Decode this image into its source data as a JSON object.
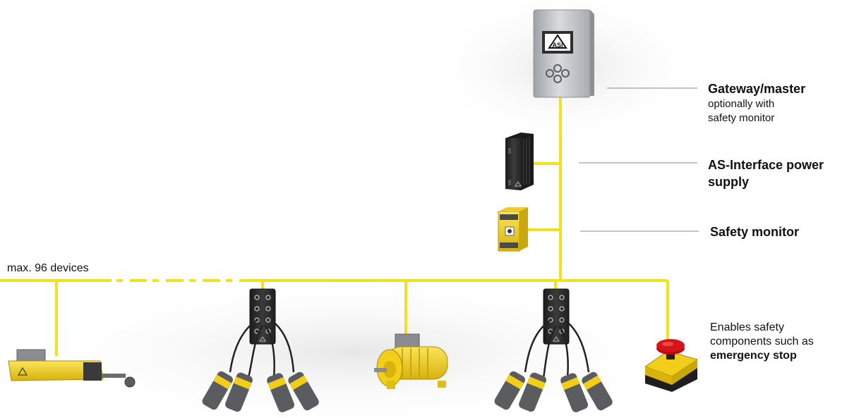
{
  "colors": {
    "bus": "#f5e01c",
    "leader": "#8a8a8a",
    "device_yellow": "#f2cd1a",
    "device_dark": "#2b2b2b",
    "steel": "#b9bcc0",
    "red": "#d8141b"
  },
  "labels": {
    "gateway_title": "Gateway/master",
    "gateway_sub1": "optionally with",
    "gateway_sub2": "safety monitor",
    "power_title1": "AS-Interface power",
    "power_title2": "supply",
    "safety_monitor": "Safety monitor",
    "max_devices": "max. 96 devices",
    "enables1": "Enables safety",
    "enables2": "components such as",
    "enables3": "emergency stop"
  },
  "gateway_logo": "AS-i",
  "devices": [
    {
      "name": "gateway-master",
      "icon": "control-cabinet-icon"
    },
    {
      "name": "as-interface-power-supply",
      "icon": "power-supply-icon"
    },
    {
      "name": "safety-monitor",
      "icon": "safety-relay-icon"
    },
    {
      "name": "linear-actuator",
      "icon": "actuator-icon"
    },
    {
      "name": "io-module-left",
      "icon": "io-module-icon"
    },
    {
      "name": "motor",
      "icon": "motor-icon"
    },
    {
      "name": "io-module-right",
      "icon": "io-module-icon"
    },
    {
      "name": "emergency-stop",
      "icon": "emergency-stop-icon"
    }
  ]
}
